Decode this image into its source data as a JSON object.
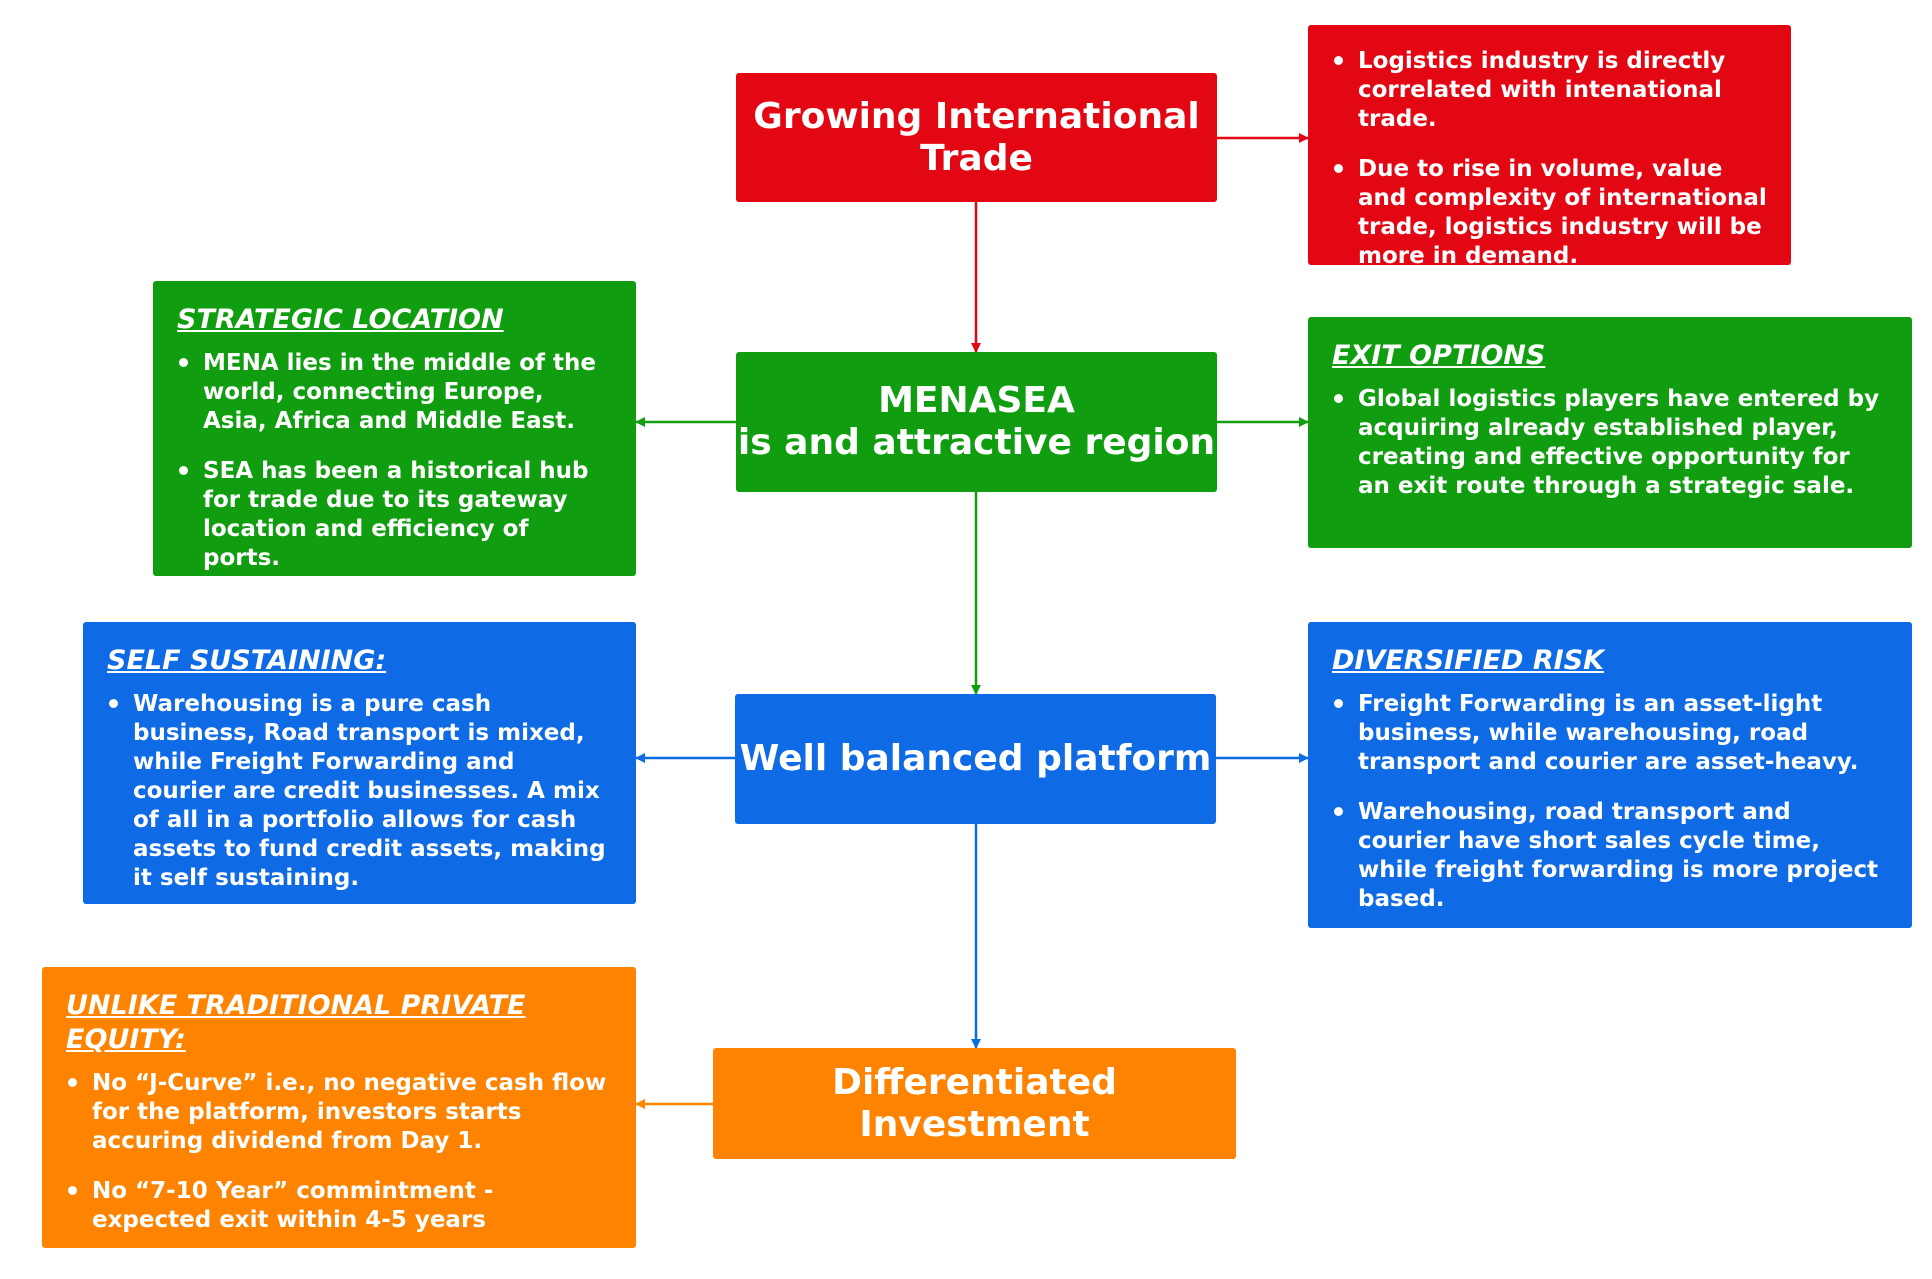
{
  "colors": {
    "red": "#e30613",
    "green": "#109e10",
    "blue": "#0f6ae6",
    "orange": "#fd8300"
  },
  "main_boxes": {
    "trade": {
      "lines": [
        "Growing International",
        "Trade"
      ]
    },
    "menasea": {
      "lines": [
        "MENASEA",
        "is and attractive region"
      ]
    },
    "platform": {
      "lines": [
        "Well balanced platform"
      ]
    },
    "investment": {
      "lines": [
        "Differentiated Investment"
      ]
    }
  },
  "side_boxes": {
    "trade_notes": {
      "title": "",
      "bullets": [
        "Logistics industry is directly correlated with intenational trade.",
        "Due to rise in volume, value and complexity of international trade, logistics industry will be more in demand."
      ]
    },
    "strategic_location": {
      "title": "STRATEGIC LOCATION",
      "bullets": [
        "MENA lies in the middle of the world, connecting Europe, Asia, Africa and Middle East.",
        "SEA has been a historical hub for trade due to its gateway location and efficiency of ports."
      ]
    },
    "exit_options": {
      "title": "EXIT OPTIONS",
      "bullets": [
        "Global logistics players have entered by acquiring already  established player, creating and effective opportunity for an exit route through a strategic sale."
      ]
    },
    "self_sustaining": {
      "title": "SELF SUSTAINING:",
      "bullets": [
        "Warehousing is a pure cash business, Road transport is mixed, while Freight Forwarding and courier are credit businesses. A mix of all in a portfolio allows for cash assets to fund credit assets, making it self sustaining."
      ]
    },
    "diversified_risk": {
      "title": "DIVERSIFIED RISK",
      "bullets": [
        "Freight Forwarding is an asset-light business, while  warehousing, road transport and courier are asset-heavy.",
        "Warehousing, road transport and courier have short sales cycle time, while freight forwarding is more project based."
      ]
    },
    "unlike_pe": {
      "title": "UNLIKE TRADITIONAL PRIVATE EQUITY:",
      "bullets": [
        "No “J-Curve” i.e., no negative cash flow for the platform, investors starts accuring dividend from Day 1.",
        "No “7-10 Year” commintment - expected exit within 4-5 years"
      ]
    }
  }
}
